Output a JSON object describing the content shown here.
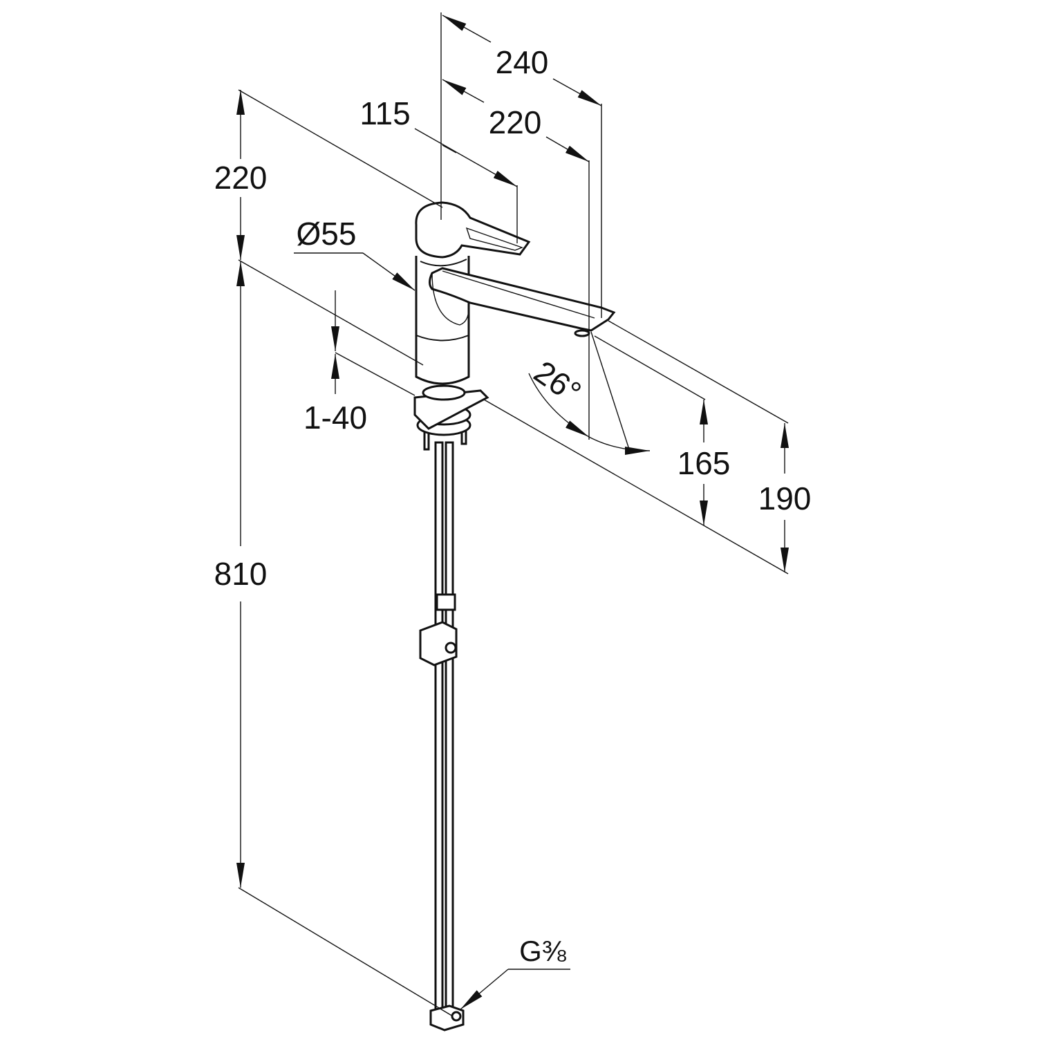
{
  "drawing": {
    "title": "Faucet dimension drawing",
    "dimensions": {
      "reach_total": "240",
      "reach_spout": "220",
      "lever_reach": "115",
      "height_above_base": "220",
      "hose_length": "810",
      "body_diameter": "Ø55",
      "deck_thickness": "1-40",
      "spout_height": "165",
      "outlet_height": "190",
      "swivel_angle": "26°",
      "connection_thread": "G⅜"
    },
    "colors": {
      "line": "#111111",
      "background": "#ffffff"
    }
  }
}
